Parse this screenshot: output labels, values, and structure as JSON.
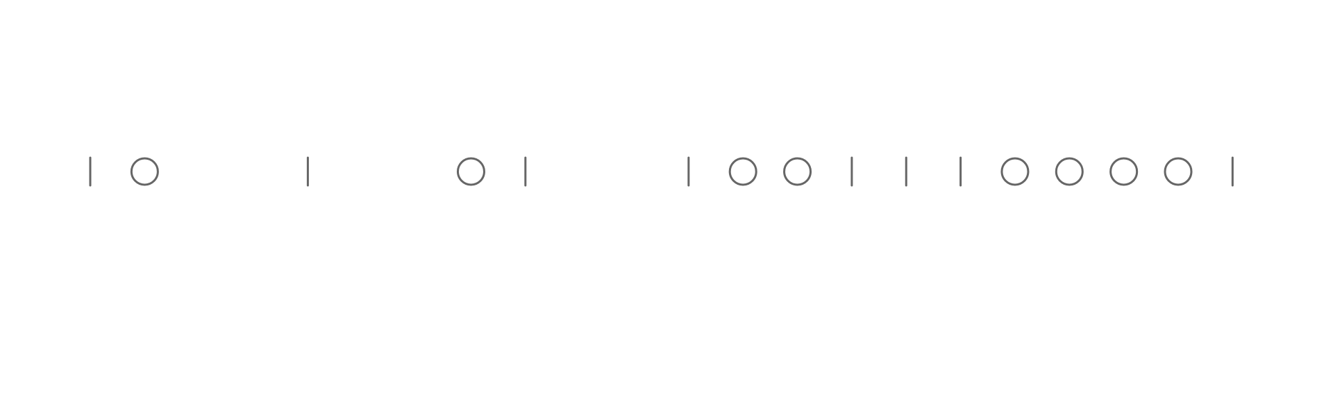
{
  "symbol_color": "#666666",
  "sequence": [
    "I",
    "O",
    null,
    null,
    "I",
    null,
    null,
    "O",
    "I",
    null,
    null,
    "I",
    "O",
    "O",
    "I",
    "I",
    "I",
    "O",
    "O",
    "O",
    "O",
    "I"
  ]
}
